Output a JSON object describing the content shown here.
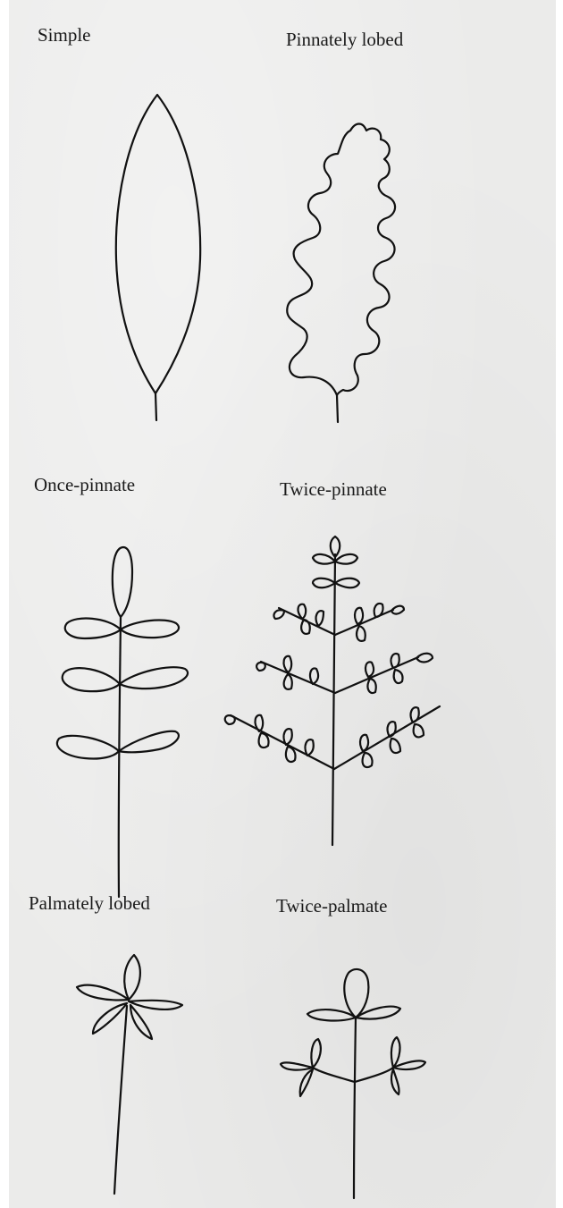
{
  "labels": {
    "simple": "Simple",
    "pinnately_lobed": "Pinnately lobed",
    "once_pinnate": "Once-pinnate",
    "twice_pinnate": "Twice-pinnate",
    "palmately_lobed": "Palmately lobed",
    "twice_palmate": "Twice-palmate"
  },
  "colors": {
    "ink": "#111111",
    "paper": "#ebebea",
    "background": "#ffffff"
  }
}
